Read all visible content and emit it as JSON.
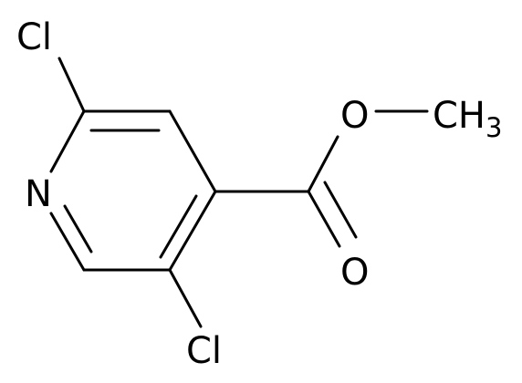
{
  "molecule": {
    "atoms": {
      "cl_top": "Cl",
      "n_ring": "N",
      "cl_bottom": "Cl",
      "o_ether": "O",
      "o_carbonyl": "O",
      "ch3_main": "CH",
      "ch3_sub": "3"
    }
  }
}
